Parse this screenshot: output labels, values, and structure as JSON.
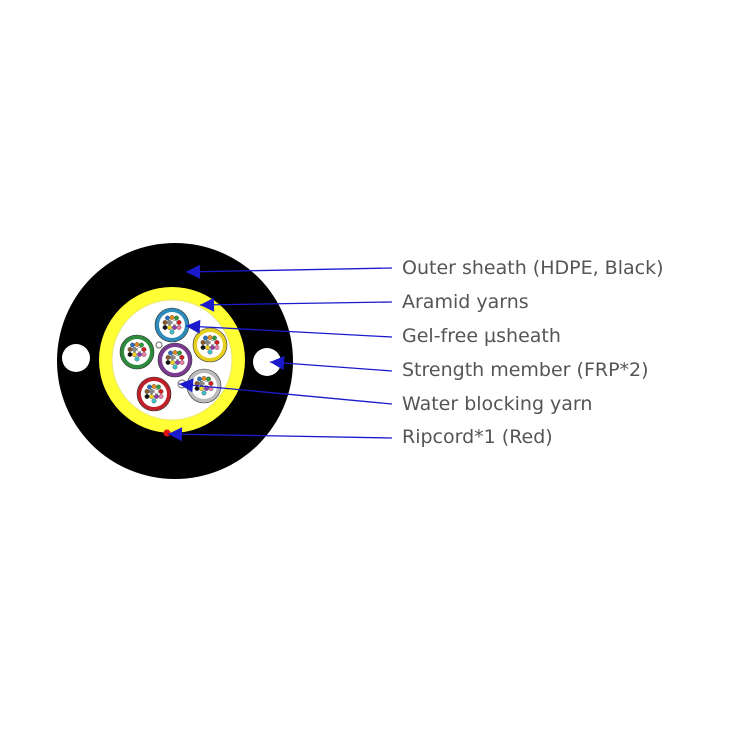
{
  "labels": [
    {
      "id": "outer-sheath",
      "text": "Outer sheath (HDPE, Black)"
    },
    {
      "id": "aramid-yarns",
      "text": "Aramid yarns"
    },
    {
      "id": "gel-free-usheath",
      "text": "Gel-free µsheath"
    },
    {
      "id": "strength-member",
      "text": "Strength member (FRP*2)"
    },
    {
      "id": "water-blocking-yarn",
      "text": "Water blocking yarn"
    },
    {
      "id": "ripcord",
      "text": "Ripcord*1 (Red)"
    }
  ],
  "colors": {
    "outer_sheath": "#000000",
    "aramid": "#ffff33",
    "core_fill": "#ffffff",
    "leader_line": "#1a1acc",
    "label_text": "#555555",
    "ripcord": "#e01010"
  },
  "microtubes": [
    {
      "name": "blue",
      "color": "#2e8ab8"
    },
    {
      "name": "yellow",
      "color": "#e8d020"
    },
    {
      "name": "green",
      "color": "#2e8a3c"
    },
    {
      "name": "purple",
      "color": "#7a3a8e"
    },
    {
      "name": "red",
      "color": "#c0202a"
    },
    {
      "name": "white",
      "color": "#bbbbbb"
    }
  ],
  "fiber_colors": [
    "#2b6fc1",
    "#e98b1c",
    "#2e9b3a",
    "#8a5a2b",
    "#888888",
    "#ffffff",
    "#d81b1b",
    "#111111",
    "#f1d21a",
    "#8b3fa8",
    "#f07fb0",
    "#39c3c8"
  ]
}
